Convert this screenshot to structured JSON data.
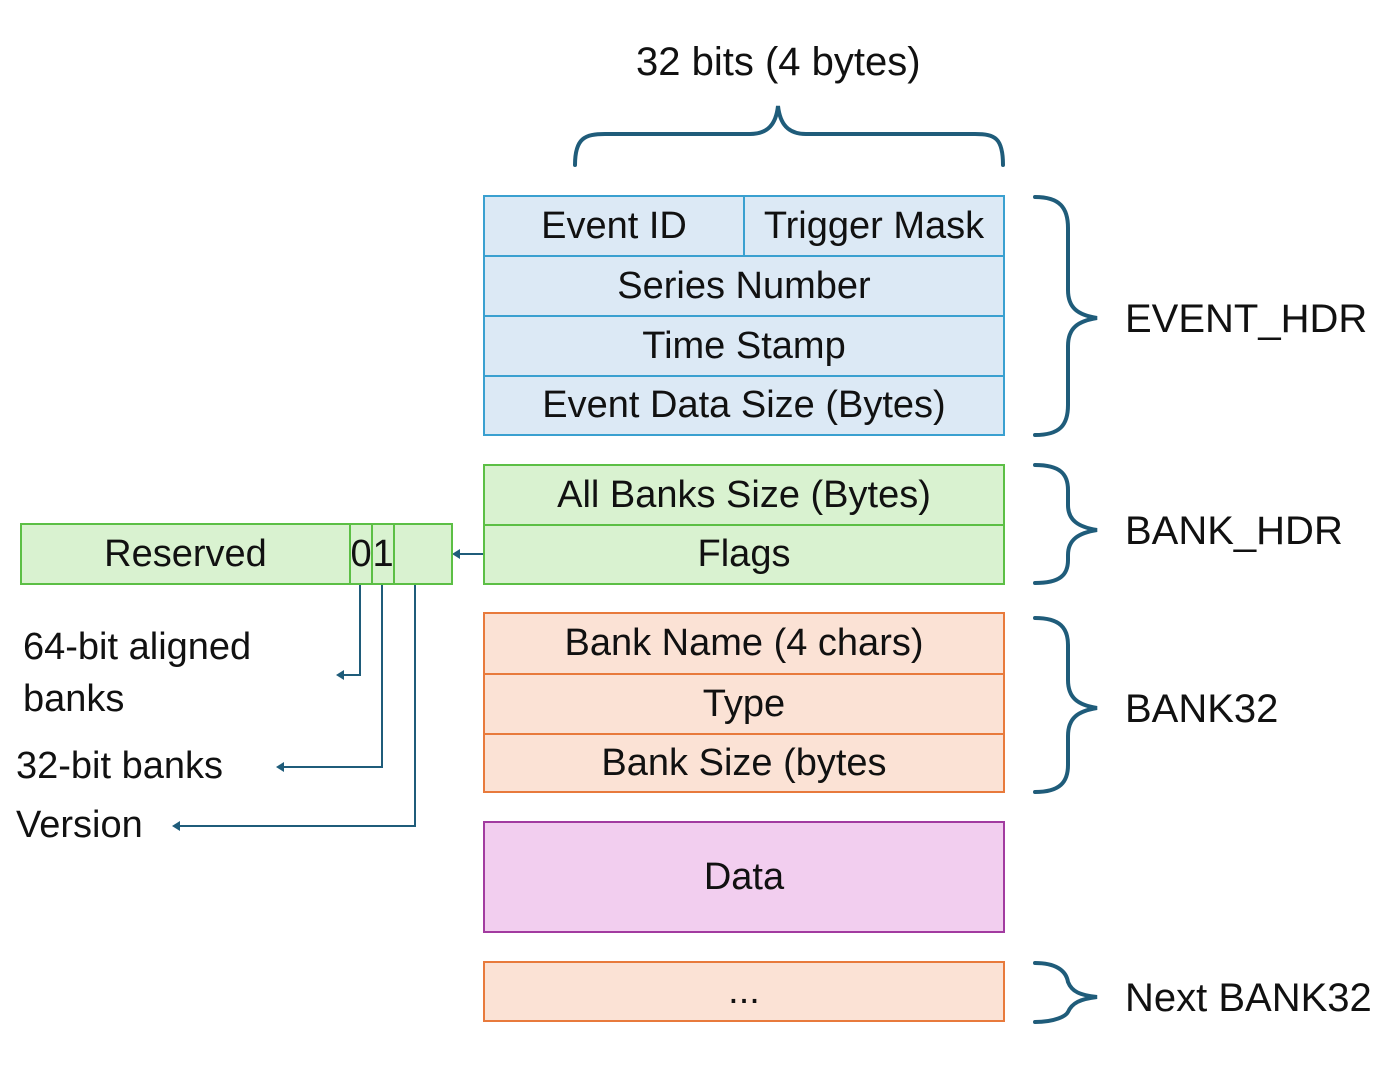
{
  "width_label": "32 bits (4 bytes)",
  "event_hdr": {
    "label": "EVENT_HDR",
    "event_id": "Event ID",
    "trigger_mask": "Trigger Mask",
    "series_number": "Series Number",
    "time_stamp": "Time Stamp",
    "event_data_size": "Event Data Size (Bytes)"
  },
  "bank_hdr": {
    "label": "BANK_HDR",
    "all_banks_size": "All Banks Size (Bytes)",
    "flags": "Flags"
  },
  "bank32": {
    "label": "BANK32",
    "bank_name": "Bank Name (4 chars)",
    "type": "Type",
    "bank_size": "Bank Size (bytes"
  },
  "data_block": {
    "label": "Data"
  },
  "next_bank": {
    "label": "Next BANK32",
    "ellipsis": "..."
  },
  "flags_detail": {
    "reserved": "Reserved",
    "bit0": "0",
    "bit1": "1",
    "bit2": "",
    "notes": {
      "aligned_line1": "64-bit aligned",
      "aligned_line2": "banks",
      "banks32": "32-bit banks",
      "version": "Version"
    }
  },
  "colors": {
    "event_hdr_fill": "#dce9f5",
    "event_hdr_border": "#3aa0d0",
    "bank_hdr_fill": "#d9f2d0",
    "bank_hdr_border": "#5cbf45",
    "bank32_fill": "#fbe2d5",
    "bank32_border": "#e87a3c",
    "data_fill": "#f2ceef",
    "data_border": "#a23ba0",
    "brace_and_arrows": "#1f5c7a"
  }
}
